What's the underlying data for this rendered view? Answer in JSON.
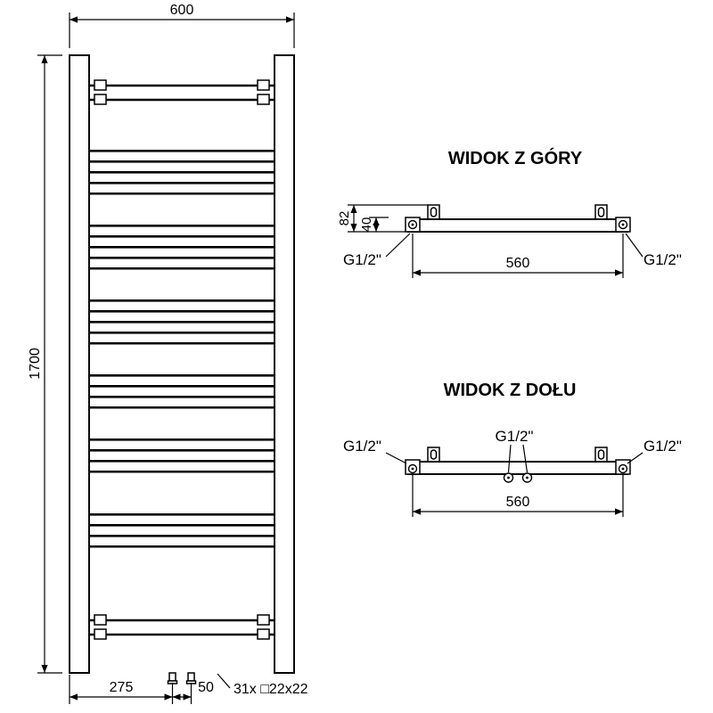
{
  "front_view": {
    "width_label": "600",
    "height_label": "1700",
    "bottom_offset_label": "275",
    "bottom_spacing_label": "50",
    "profile_note": "31x □22x22"
  },
  "top_view": {
    "title": "WIDOK Z GÓRY",
    "depth_label": "82",
    "axis_offset_label": "40",
    "span_label": "560",
    "left_connection_label": "G1/2\"",
    "right_connection_label": "G1/2\""
  },
  "bottom_view": {
    "title": "WIDOK Z DOŁU",
    "span_label": "560",
    "left_connection_label": "G1/2\"",
    "center_connection_label": "G1/2\"",
    "right_connection_label": "G1/2\""
  },
  "colors": {
    "line": "#000000",
    "background": "#ffffff"
  }
}
